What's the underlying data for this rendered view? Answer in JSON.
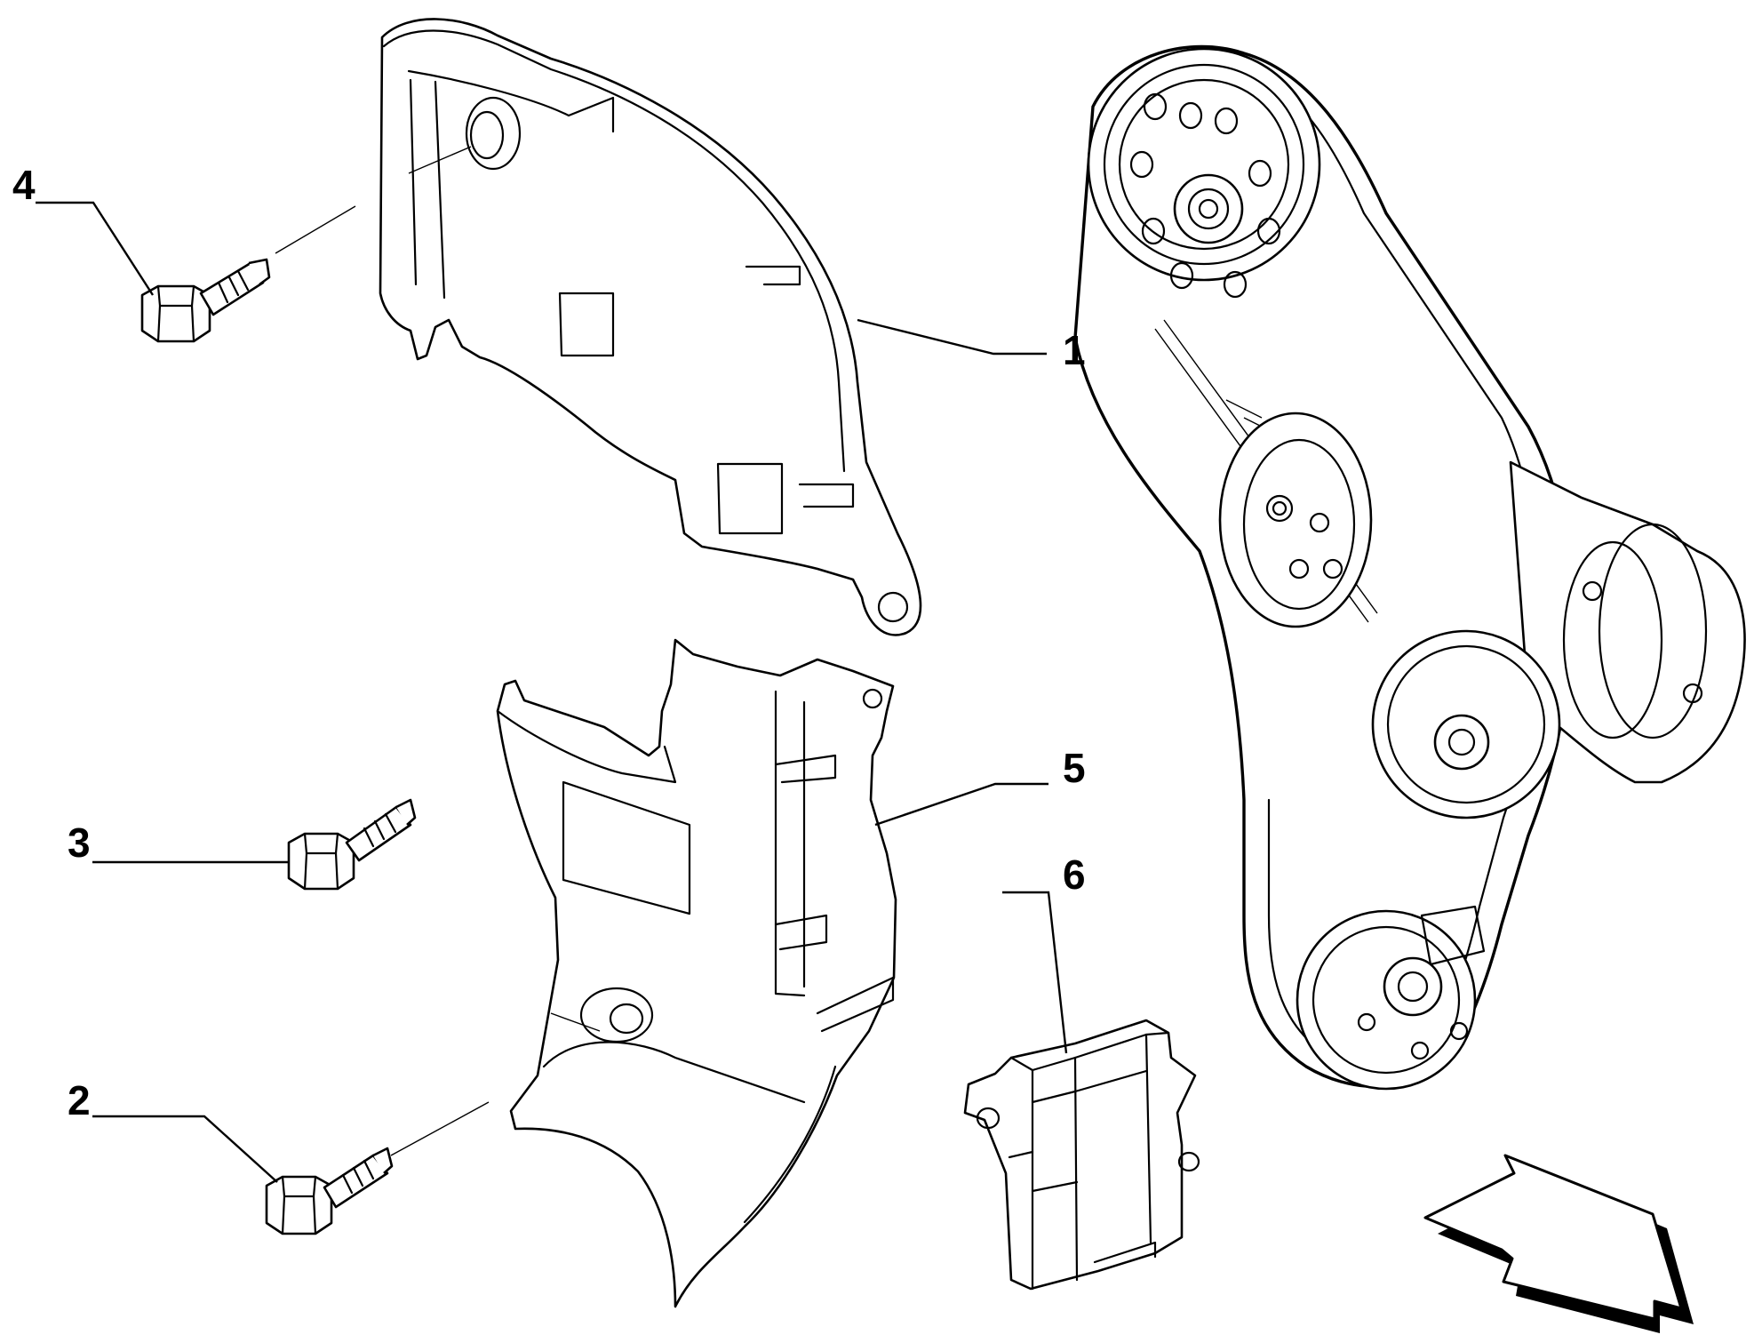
{
  "diagram": {
    "callouts": [
      {
        "id": "1",
        "label": "1"
      },
      {
        "id": "2",
        "label": "2"
      },
      {
        "id": "3",
        "label": "3"
      },
      {
        "id": "4",
        "label": "4"
      },
      {
        "id": "5",
        "label": "5"
      },
      {
        "id": "6",
        "label": "6"
      }
    ],
    "parts": [
      {
        "callout": "1",
        "name": "upper-timing-belt-cover"
      },
      {
        "callout": "2",
        "name": "lower-cover-bolt"
      },
      {
        "callout": "3",
        "name": "middle-cover-bolt"
      },
      {
        "callout": "4",
        "name": "upper-cover-bolt"
      },
      {
        "callout": "5",
        "name": "lower-timing-belt-cover"
      },
      {
        "callout": "6",
        "name": "cover-bracket"
      }
    ],
    "icons": {
      "direction": "direction-arrow-icon",
      "belt": "timing-belt-assembly"
    }
  }
}
